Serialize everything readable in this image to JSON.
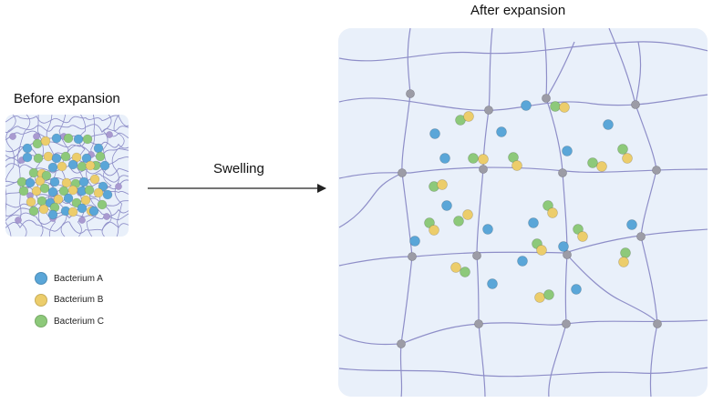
{
  "before_title": "Before expansion",
  "after_title": "After expansion",
  "arrow_label": "Swelling",
  "legend": [
    {
      "label": "Bacterium A",
      "color": "#5aa6d8",
      "icon": "blue-circle-icon"
    },
    {
      "label": "Bacterium B",
      "color": "#eccd6b",
      "icon": "yellow-circle-icon"
    },
    {
      "label": "Bacterium C",
      "color": "#8dc97a",
      "icon": "green-circle-icon"
    }
  ],
  "colors": {
    "panel_bg": "#e9f0fa",
    "mesh_line": "#8e8ec8",
    "crosslink": "#9c9ca6",
    "arrow": "#222222"
  }
}
